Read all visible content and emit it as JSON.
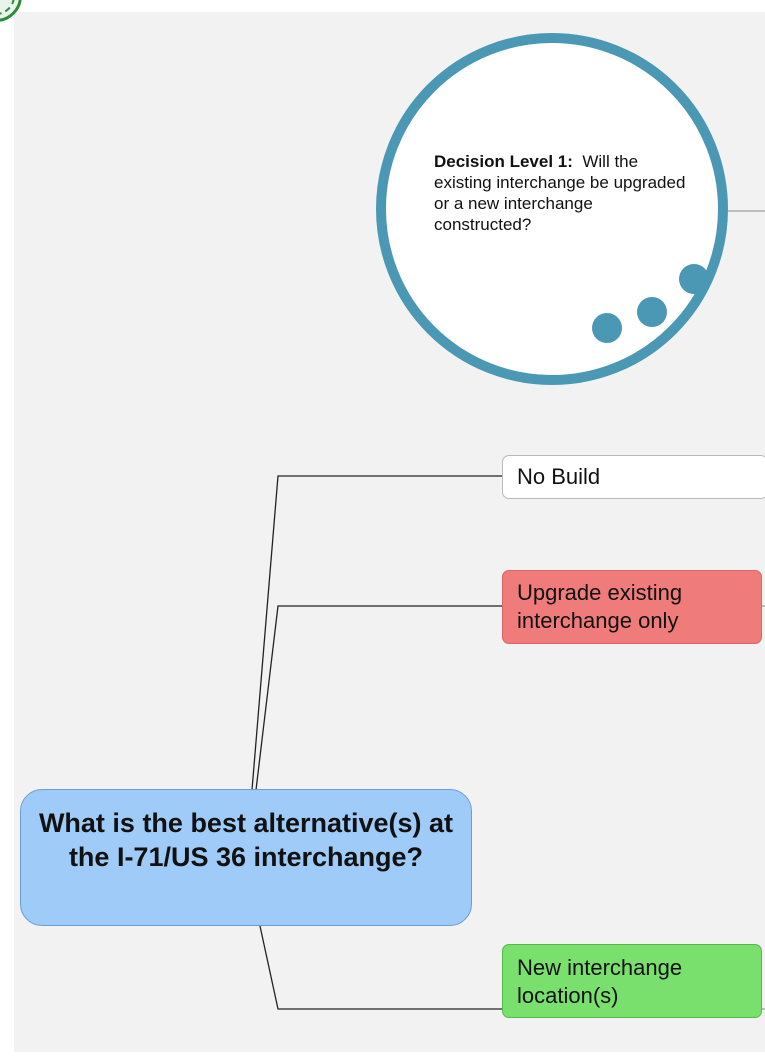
{
  "decision_bubble": {
    "heading": "Decision Level 1:",
    "question": "Will the existing interchange be upgraded or a new interchange constructed?"
  },
  "root_node": {
    "label": "What is the best alternative(s) at the I-71/US 36 interchange?"
  },
  "options": {
    "no_build": "No Build",
    "upgrade": "Upgrade existing interchange only",
    "new_location": "New interchange location(s)"
  },
  "colors": {
    "canvas_background": "#f2f2f2",
    "bubble_ring": "#4a98b4",
    "root_fill": "#9ecbf8",
    "no_build_fill": "#ffffff",
    "upgrade_fill": "#f07b7b",
    "new_location_fill": "#79df6d"
  },
  "icons": {
    "seal": "green circular seal (partially cut off)"
  }
}
